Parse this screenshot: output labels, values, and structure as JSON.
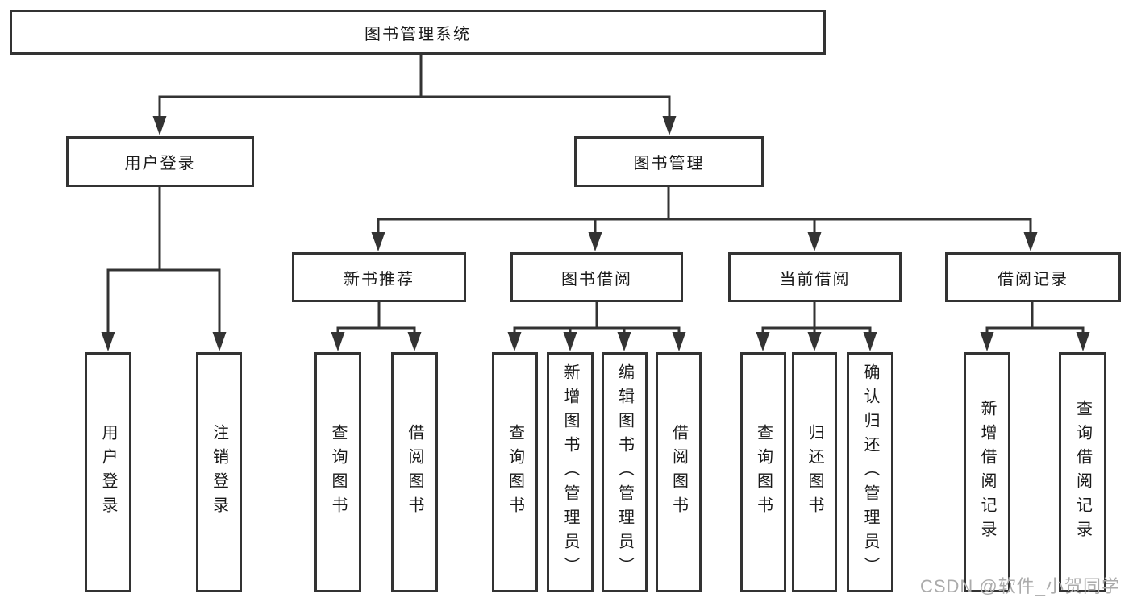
{
  "tree": {
    "root": "图书管理系统",
    "branches": [
      {
        "label": "用户登录",
        "children": [
          "用户登录",
          "注销登录"
        ]
      },
      {
        "label": "图书管理",
        "groups": [
          {
            "label": "新书推荐",
            "children": [
              "查询图书",
              "借阅图书"
            ]
          },
          {
            "label": "图书借阅",
            "children": [
              "查询图书",
              "新增图书（管理员）",
              "编辑图书（管理员）",
              "借阅图书"
            ]
          },
          {
            "label": "当前借阅",
            "children": [
              "查询图书",
              "归还图书",
              "确认归还（管理员）"
            ]
          },
          {
            "label": "借阅记录",
            "children": [
              "新增借阅记录",
              "查询借阅记录"
            ]
          }
        ]
      }
    ]
  },
  "watermark": "CSDN @软件_小贺同学",
  "colors": {
    "line": "#333333",
    "text": "#1a1a1a",
    "watermark": "#ababab",
    "background": "#ffffff"
  }
}
